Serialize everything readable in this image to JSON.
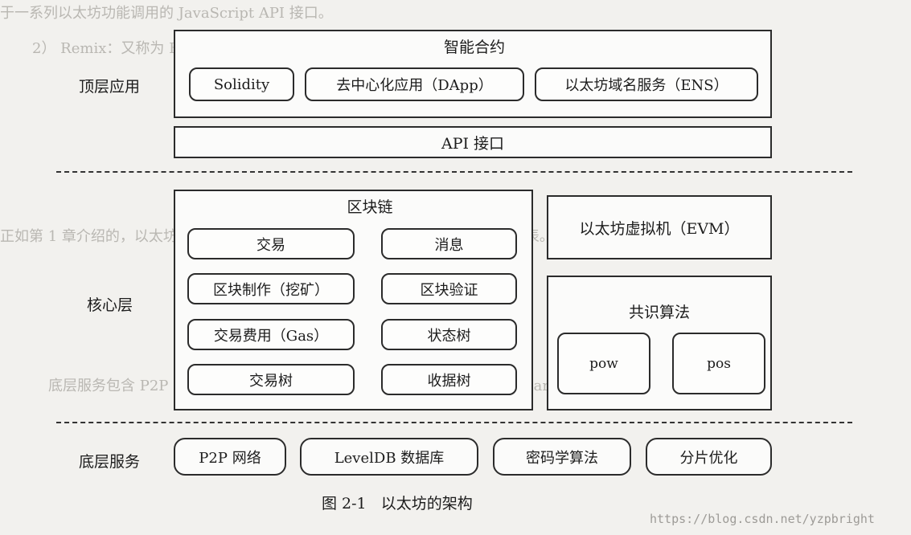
{
  "top_layer": {
    "label": "顶层应用",
    "smart_contract_title": "智能合约",
    "items": [
      "Solidity",
      "去中心化应用（DApp）",
      "以太坊域名服务（ENS）"
    ],
    "api": "API 接口"
  },
  "core_layer": {
    "label": "核心层",
    "blockchain_title": "区块链",
    "blockchain_items": [
      "交易",
      "消息",
      "区块制作（挖矿）",
      "区块验证",
      "交易费用（Gas）",
      "状态树",
      "交易树",
      "收据树"
    ],
    "evm": "以太坊虚拟机（EVM）",
    "consensus_title": "共识算法",
    "consensus_items": [
      "pow",
      "pos"
    ]
  },
  "bottom_layer": {
    "label": "底层服务",
    "items": [
      "P2P 网络",
      "LevelDB 数据库",
      "密码学算法",
      "分片优化"
    ]
  },
  "caption": "图 2-1   以太坊的架构",
  "watermark": "https://blog.csdn.net/yzpbright"
}
